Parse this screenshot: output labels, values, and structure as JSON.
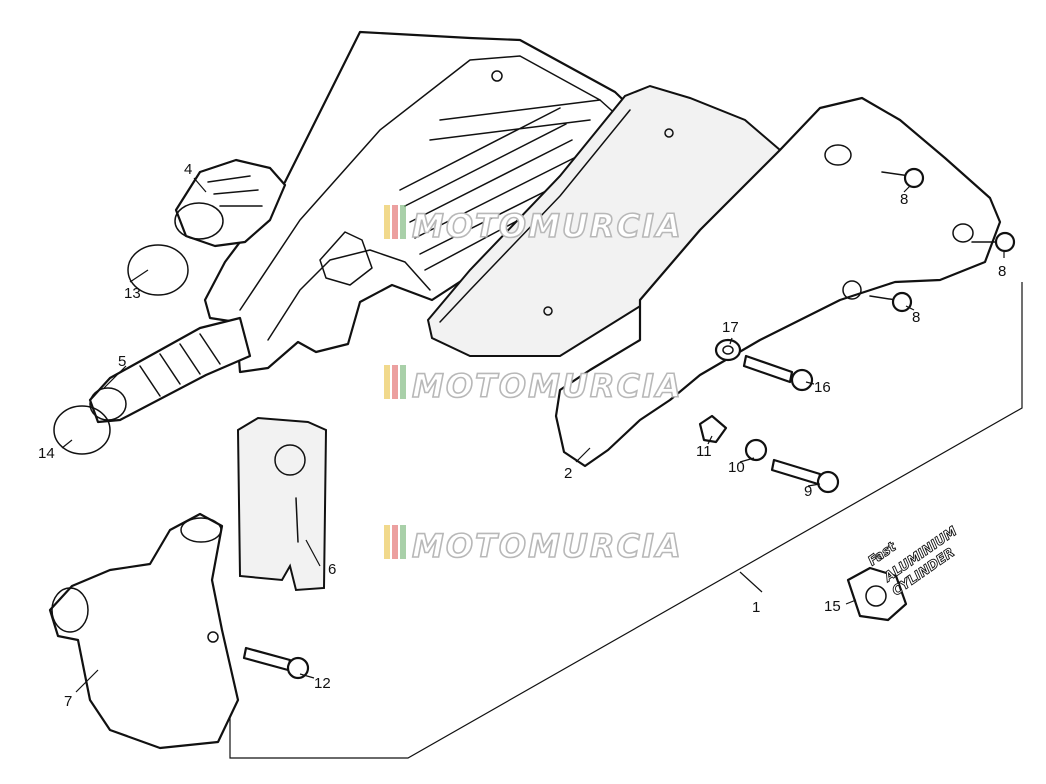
{
  "watermark": {
    "text": "MOTOMURCIA"
  },
  "badge": {
    "line1": "Fast",
    "line2": "ALUMINIUM",
    "line3": "CYLINDER"
  },
  "callouts": [
    "1",
    "2",
    "4",
    "5",
    "6",
    "7",
    "8",
    "8",
    "8",
    "9",
    "10",
    "11",
    "12",
    "13",
    "14",
    "15",
    "16",
    "17"
  ],
  "colors": {
    "line": "#111111",
    "foam": "#f2f2f2",
    "watermark_stroke": "#b8b8b8",
    "wm_red": "#e06060",
    "wm_yellow": "#e8c040",
    "wm_green": "#70b070"
  }
}
